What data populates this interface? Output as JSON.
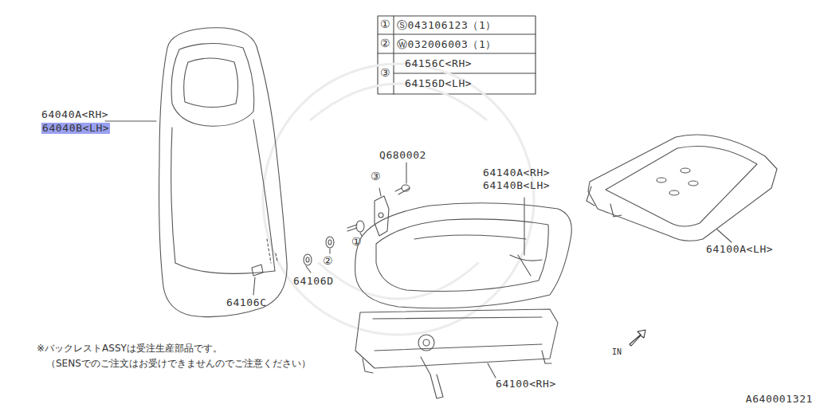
{
  "diagram": {
    "labels": [
      "①",
      "Ⓢ043106123（1）",
      "②",
      "Ⓦ032006003（1）",
      "③",
      "64156C<RH>",
      "64156D<LH>",
      "64040A<RH>",
      "64040B<LH>",
      "Q680002",
      "64140A<RH>",
      "64140B<LH>",
      "③",
      "①",
      "②",
      "64106C",
      "64106D",
      "64100A<LH>",
      "64100<RH>",
      "※バックレストASSYは受注生産部品です。",
      "（SENSでのご注文はお受けできませんのでご注意ください）",
      "IN",
      "A640001321"
    ]
  }
}
